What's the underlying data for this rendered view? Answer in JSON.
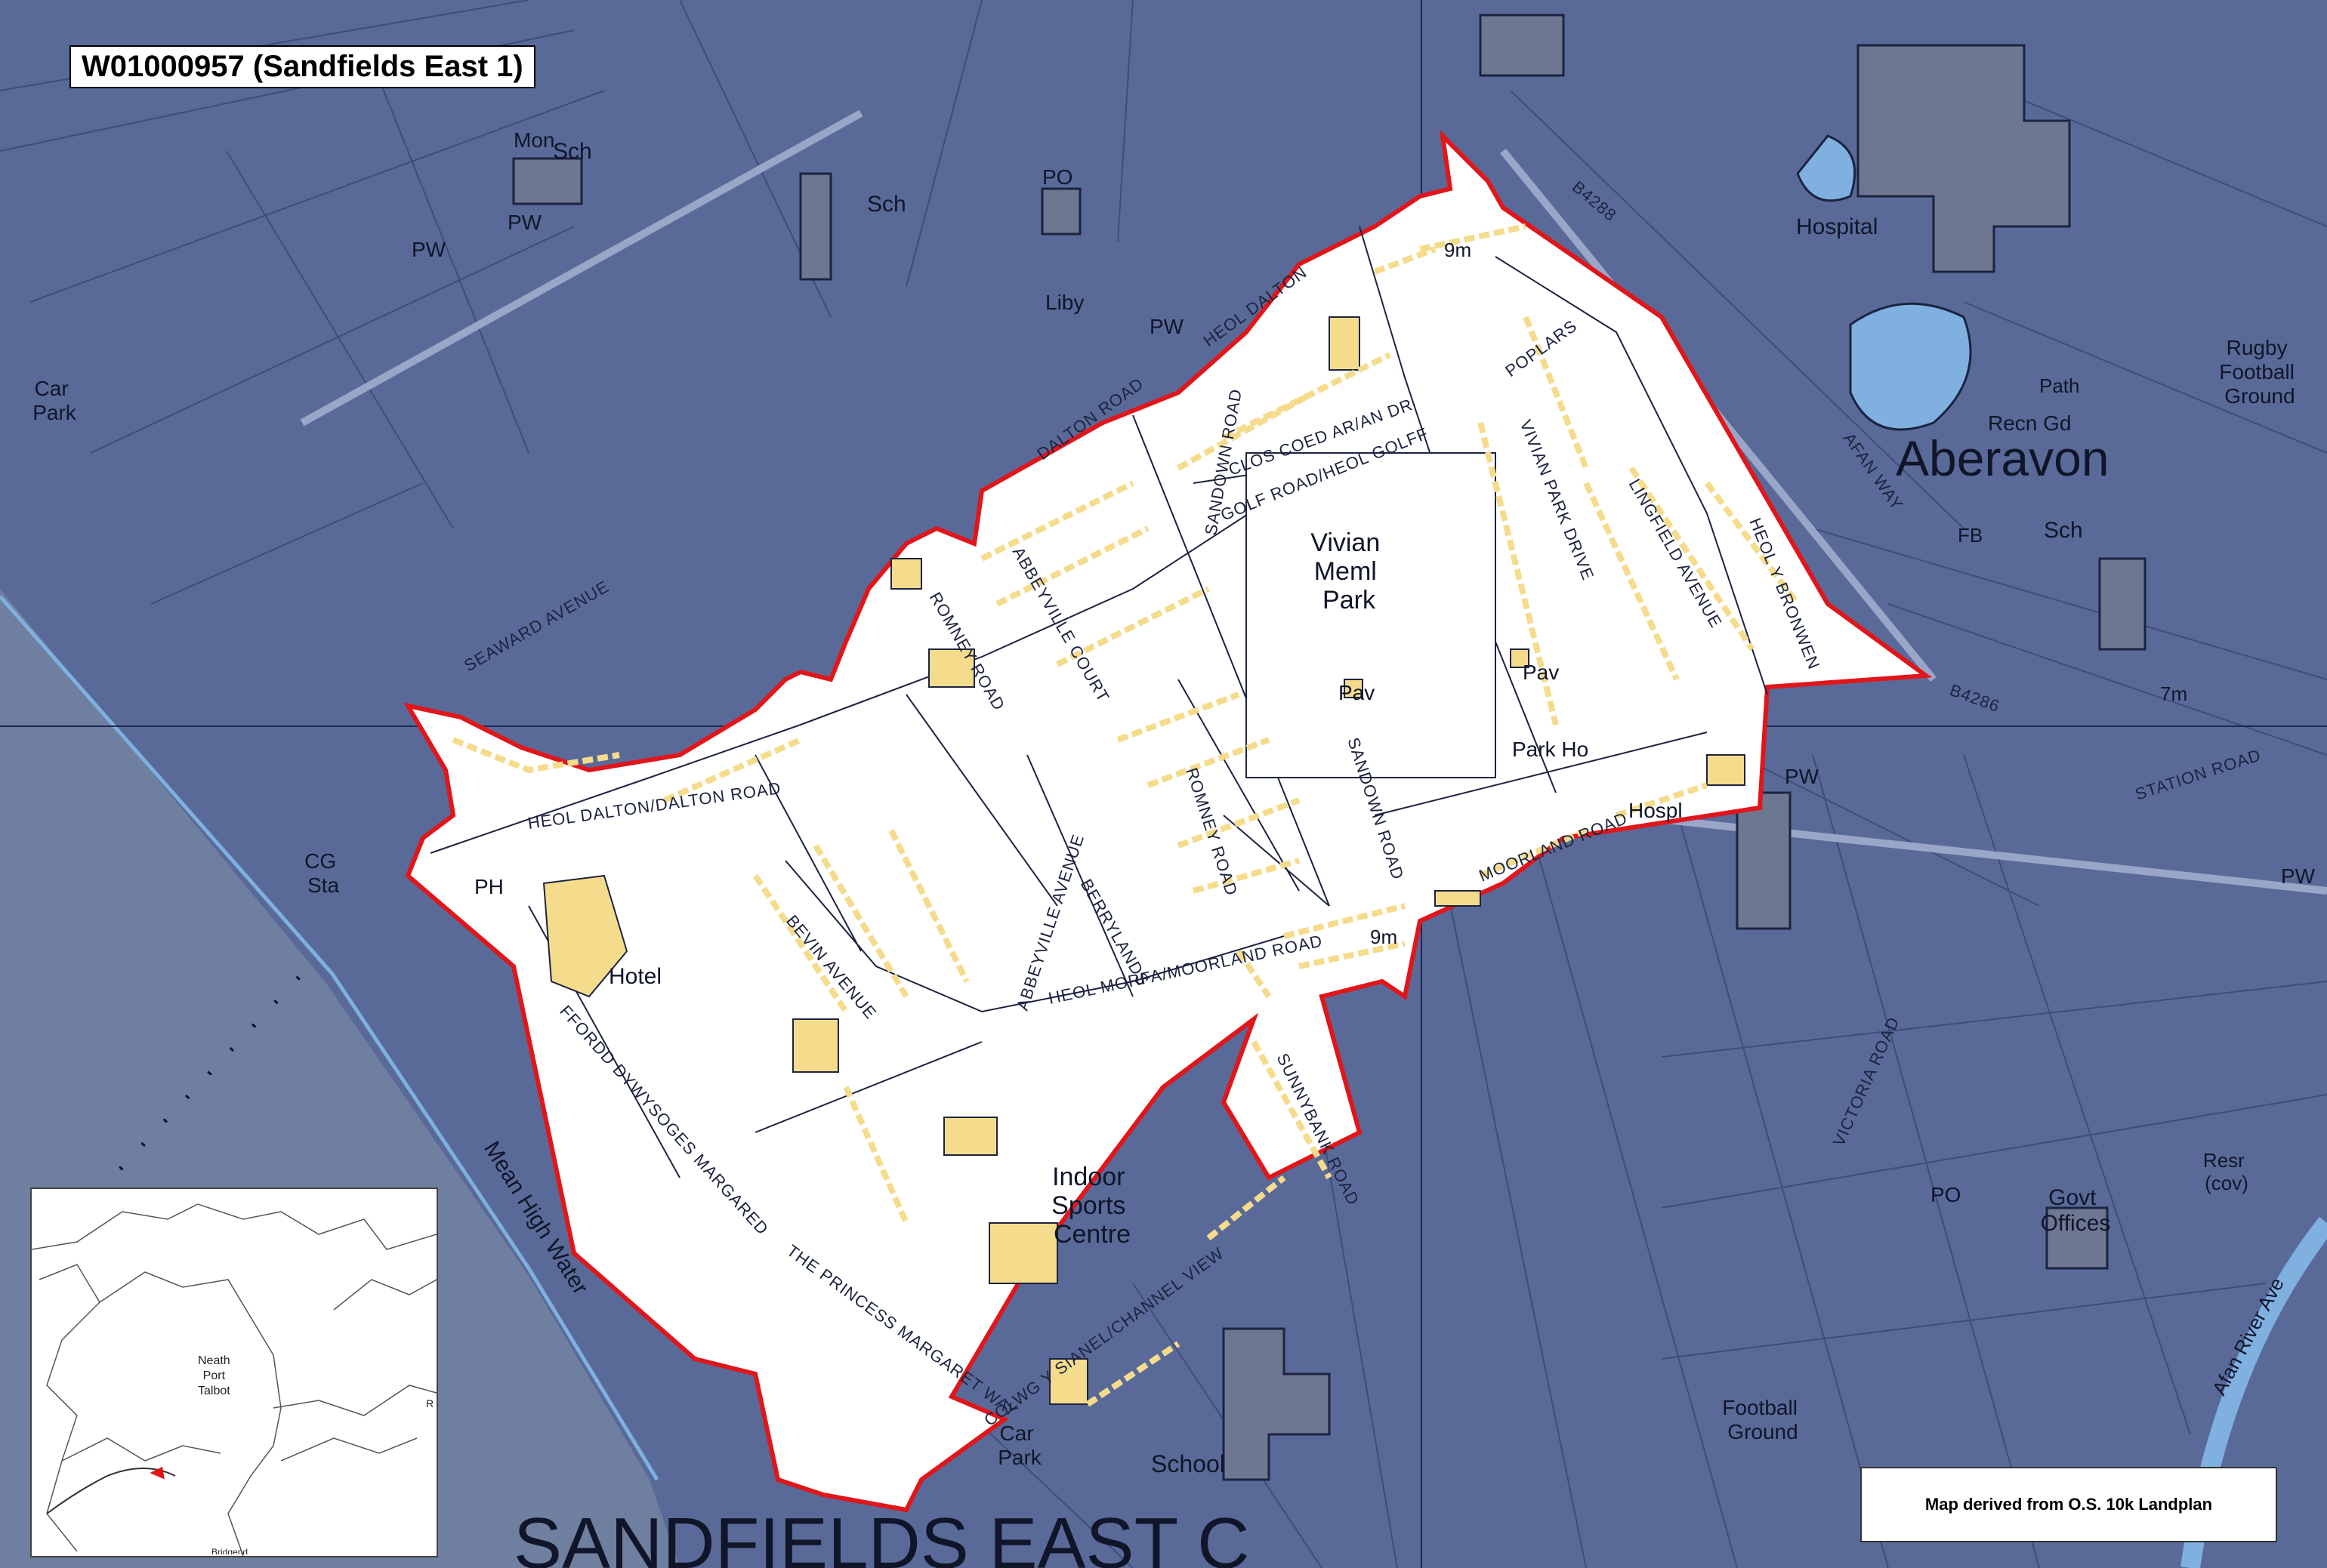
{
  "title": "W01000957 (Sandfields East 1)",
  "credit": "Map derived from O.S. 10k Landplan",
  "colors": {
    "outside": "#5a6a98",
    "ward": "#ffffff",
    "boundary": "#e0161b",
    "buildings": "#f5dc8c",
    "water": "#7fb0e0",
    "grid": "#1a2a52"
  },
  "labels": {
    "aberavon": "Aberavon",
    "sandfields_east": "SANDFIELDS EAST C",
    "vivian_park": "Vivian\nMeml\nPark",
    "indoor_sports": "Indoor\nSports\nCentre",
    "hotel": "Hotel",
    "pav1": "Pav",
    "pav2": "Pav",
    "park_ho": "Park Ho",
    "hospl": "Hospl",
    "hospital": "Hospital",
    "rugby": "Rugby\nFootball\nGround",
    "recn_gd": "Recn Gd",
    "path": "Path",
    "football": "Football\nGround",
    "school": "School",
    "car_park_bottom": "Car\nPark",
    "car_park_left": "Car\nPark",
    "govt_offices": "Govt\nOffices",
    "resr": "Resr\n(cov)",
    "mean_high_water": "Mean High Water",
    "cg_sta": "CG\nSta",
    "ph": "PH",
    "sch1": "Sch",
    "sch2": "Sch",
    "sch3": "Sch",
    "mon": "Mon",
    "pw1": "PW",
    "pw2": "PW",
    "pw3": "PW",
    "pw4": "PW",
    "pw5": "PW",
    "po1": "PO",
    "po2": "PO",
    "liby": "Liby",
    "fb": "FB",
    "m9_top": "9m",
    "m9_bottom": "9m",
    "m7": "7m",
    "afan_river": "Afan River Ave"
  },
  "roads": {
    "heol_dalton": "HEOL DALTON/DALTON ROAD",
    "bevin": "BEVIN AVENUE",
    "abbeyville": "ABBEYVILLE AVENUE",
    "berrylands": "BERRYLANDS",
    "romney": "ROMNEY ROAD",
    "romney2": "ROMNEY ROAD",
    "sandown": "SANDOWN ROAD",
    "sandown2": "SANDOWN ROAD",
    "heol_morfa": "HEOL MORFA/MOORLAND ROAD",
    "moorland": "MOORLAND ROAD",
    "vivian_park_drive": "VIVIAN PARK DRIVE",
    "lingfield": "LINGFIELD AVENUE",
    "heol_y_bronwen": "HEOL Y BRONWEN",
    "afan_way": "AFAN WAY",
    "golf_road": "GOLF ROAD/HEOL GOLFF",
    "clos_coed": "CLOS COED AR/AN DR",
    "dalton_road": "DALTON ROAD",
    "heol_dalton_top": "HEOL DALTON",
    "sunnybank": "SUNNYBANK ROAD",
    "colwg": "COLWG Y SIANEL/CHANNEL VIEW",
    "princess_margaret": "THE PRINCESS MARGARET WAY",
    "ffordd": "FFORDD DYWYSOGES MARGARED",
    "seaward": "SEAWARD AVENUE",
    "abbeyville_court": "ABBEYVILLE COURT",
    "poplars": "POPLARS",
    "victoria": "VICTORIA ROAD",
    "station": "STATION ROAD",
    "b4286": "B4286",
    "b4288": "B4288"
  },
  "inset": {
    "region_label": "Neath\nPort\nTalbot",
    "letter": "R",
    "bottom_partial": "Bridgend"
  }
}
